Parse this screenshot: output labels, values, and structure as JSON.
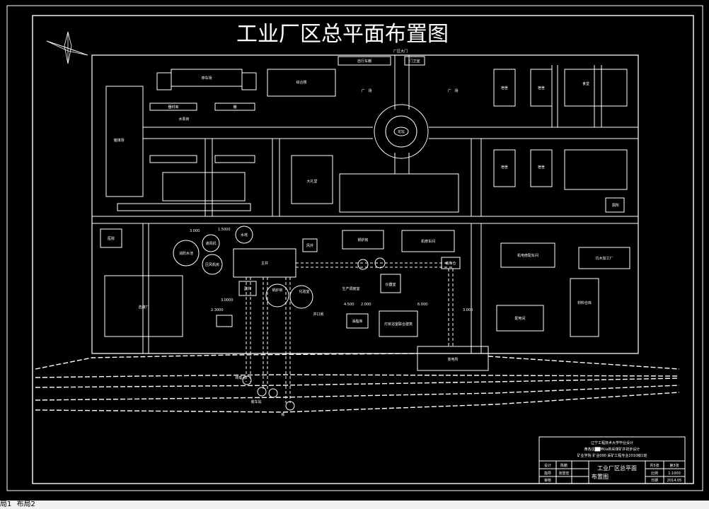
{
  "title": "工业厂区总平面布置图",
  "labels": {
    "main_gate": "厂区大门",
    "bike_shed": "自行车棚",
    "guard_room": "门卫室",
    "square_left": "广　场",
    "square_right": "广　场",
    "cafeteria": "食堂",
    "dorm_1": "宿舍",
    "dorm_2": "宿舍",
    "dorm_3": "宿舍",
    "dorm_4": "宿舍",
    "office": "综合楼",
    "parking": "停车场",
    "warehouse_a": "器材库",
    "auditorium": "大礼堂",
    "shed_1": "棚",
    "plaza_center": "花坛",
    "waterplant": "水泵房",
    "clinic": "医院",
    "ecoa": "机修车间",
    "inst_area": "仪器室",
    "workshop_big": "机电修配车间",
    "machine_shop": "坑木加工厂",
    "storage": "材料仓库",
    "elec_room": "配电间",
    "mine_office": "生产调度室",
    "lamp_room": "灯房浴室联合建筑",
    "transfer": "变电所",
    "coal_plant": "选煤厂",
    "shaft_main": "主井",
    "shaft_aux": "副井",
    "fan": "风井",
    "boiler": "锅炉房",
    "coal_yard": "储煤场",
    "loading": "装车仓",
    "substation2": "转载点",
    "rail_station": "装车站",
    "pump": "压风机房",
    "chem": "化验室",
    "rest": "井口房",
    "tower": "水塔",
    "pool": "消防水池",
    "hub": "通风机",
    "wc": "厕所",
    "storage2": "油脂库",
    "unit": "栋"
  },
  "title_block": {
    "school": "辽宁工程技术大学毕业设计",
    "project": "黄各庄██Mt/a新采煤矿井初步设计",
    "dept": "矿业学院 矿业090 采矿工程专业2010级1班",
    "design_label": "设计",
    "design_name": "陈鹏",
    "advisor_label": "指导",
    "advisor_name": "张雷宏",
    "review_label": "审核",
    "drawing_name_line1": "工业厂区总平面",
    "drawing_name_line2": "布置图",
    "sheet_label": "共5张",
    "sheet_no": "第3张",
    "scale_label": "比例",
    "scale_value": "1:1000",
    "date_label": "日期",
    "date_value": "2014.05"
  },
  "dims": {
    "d1": "3.000",
    "d2": "1.5000",
    "d3": "3.0000",
    "d4": "2.3000",
    "d5": "4.500",
    "d6": "2.000",
    "d7": "6.000",
    "d8": "3.000"
  },
  "tabs": [
    "局1",
    "布局2"
  ]
}
